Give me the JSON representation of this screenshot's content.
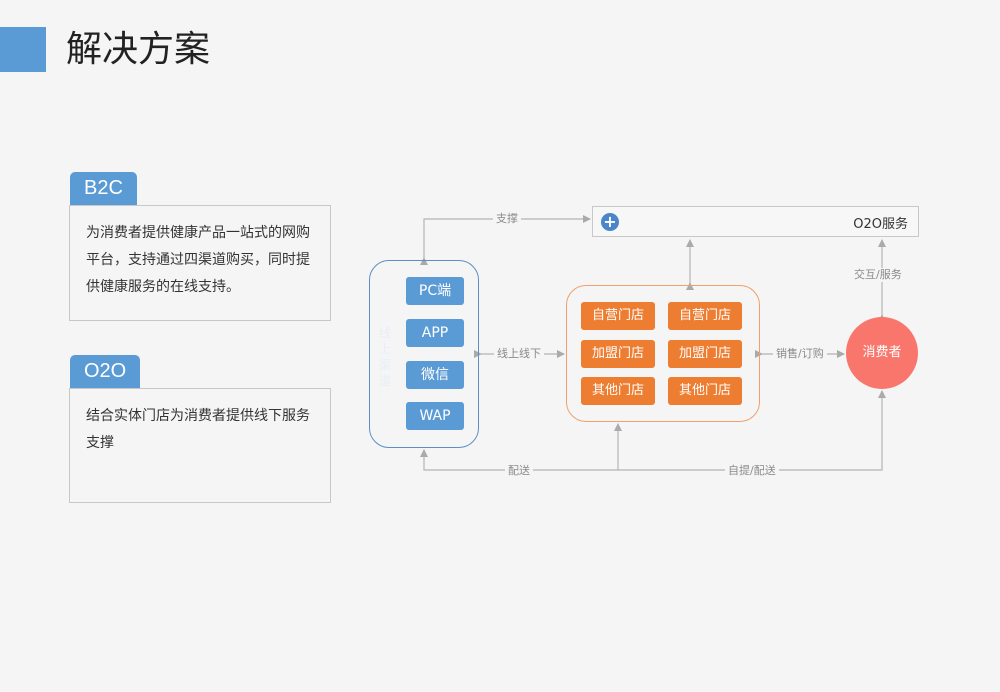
{
  "page": {
    "title": "解决方案"
  },
  "b2c": {
    "tag": "B2C",
    "description": "为消费者提供健康产品一站式的网购平台，支持通过四渠道购买，同时提供健康服务的在线支持。"
  },
  "o2o": {
    "tag": "O2O",
    "description": "结合实体门店为消费者提供线下服务支撑"
  },
  "diagram": {
    "channels": [
      "PC端",
      "APP",
      "微信",
      "WAP"
    ],
    "stores": [
      "自营门店",
      "自营门店",
      "加盟门店",
      "加盟门店",
      "其他门店",
      "其他门店"
    ],
    "service_label": "O2O服务",
    "consumer_label": "消费者",
    "edges": {
      "support": "支撑",
      "online_offline": "线上线下",
      "sales_order": "销售/订购",
      "interact_service": "交互/服务",
      "delivery": "配送",
      "pickup_delivery": "自提/配送"
    },
    "colors": {
      "blue": "#5b9bd5",
      "orange": "#ed7d31",
      "consumer": "#f8766b"
    }
  }
}
